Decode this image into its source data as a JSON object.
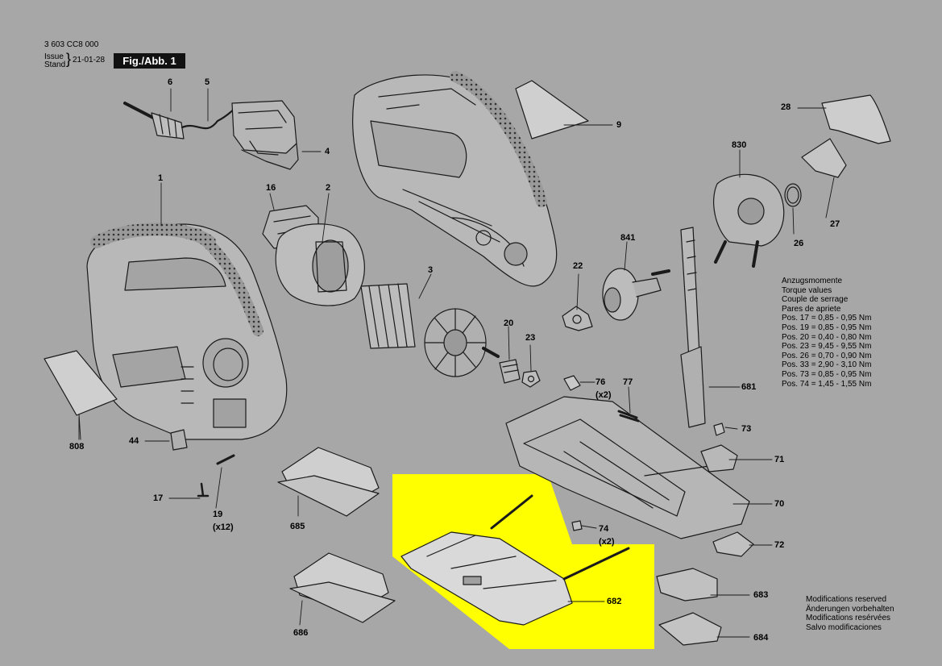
{
  "header": {
    "doc_number": "3 603 CC8 000",
    "issue_label": "Issue",
    "stand_label": "Stand",
    "date": "21-01-28",
    "figure_label": "Fig./Abb. 1"
  },
  "part_labels": {
    "p6": "6",
    "p5": "5",
    "p4": "4",
    "p9": "9",
    "p28": "28",
    "p830": "830",
    "p27": "27",
    "p26": "26",
    "p1": "1",
    "p16": "16",
    "p2": "2",
    "p3": "3",
    "p841": "841",
    "p22": "22",
    "p20": "20",
    "p23": "23",
    "p76": "76",
    "p76_qty": "(x2)",
    "p77": "77",
    "p681": "681",
    "p73": "73",
    "p71": "71",
    "p70": "70",
    "p808": "808",
    "p44": "44",
    "p17": "17",
    "p19": "19",
    "p19_qty": "(x12)",
    "p685": "685",
    "p74": "74",
    "p74_qty": "(x2)",
    "p72": "72",
    "p682": "682",
    "p683": "683",
    "p686": "686",
    "p684": "684"
  },
  "torque": {
    "lines": [
      "Anzugsmomente",
      "Torque values",
      "Couple de serrage",
      "Pares de apriete",
      "Pos. 17 = 0,85 - 0,95 Nm",
      "Pos. 19 = 0,85 - 0,95 Nm",
      "Pos. 20 = 0,40 - 0,80 Nm",
      "Pos. 23 = 9,45 - 9,55 Nm",
      "Pos. 26 = 0,70 - 0,90 Nm",
      "Pos. 33 = 2,90 - 3,10 Nm",
      "Pos. 73 = 0,85 - 0,95 Nm",
      "Pos. 74 = 1,45 - 1,55 Nm"
    ]
  },
  "modifications": {
    "lines": [
      "Modifications reserved",
      "Änderungen vorbehalten",
      "Modifications resérvées",
      "Salvo modificaciones"
    ]
  },
  "colors": {
    "background": "#a7a7a7",
    "highlight": "#ffff00",
    "part_stroke": "#1a1a1a"
  }
}
